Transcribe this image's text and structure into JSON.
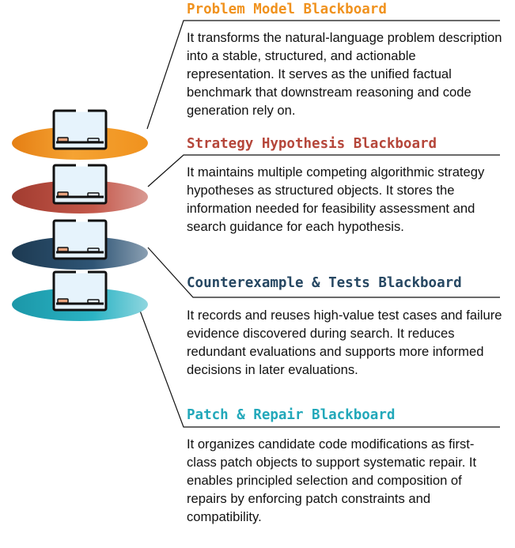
{
  "blackboards": [
    {
      "title": "Problem Model Blackboard",
      "color": "#f0921e",
      "description": "It transforms the natural-language problem description into a stable, structured, and actionable representation. It serves as the unified factual benchmark that downstream reasoning and code generation rely on."
    },
    {
      "title": "Strategy Hypothesis Blackboard",
      "color": "#b5463a",
      "description": "It maintains multiple competing algorithmic strategy hypotheses as structured objects. It stores the information needed for feasibility assessment and search guidance for each hypothesis."
    },
    {
      "title": "Counterexample & Tests Blackboard",
      "color": "#264762",
      "description": "It records and reuses high-value test cases and failure evidence discovered during search. It reduces redundant evaluations and supports more informed decisions in later evaluations."
    },
    {
      "title": "Patch & Repair Blackboard",
      "color": "#22a8ba",
      "description": "It organizes candidate code modifications as first-class patch objects to support systematic repair. It enables principled selection and composition of repairs by enforcing patch constraints and compatibility."
    }
  ],
  "colors": {
    "disc_orange": "#f0921e",
    "disc_red": "#b5463a",
    "disc_navy": "#264762",
    "disc_teal": "#22a8ba",
    "laptop_screen": "#e6f3fc",
    "outline": "#111111"
  },
  "icons": [
    "laptop-icon",
    "layer-disc-icon"
  ]
}
